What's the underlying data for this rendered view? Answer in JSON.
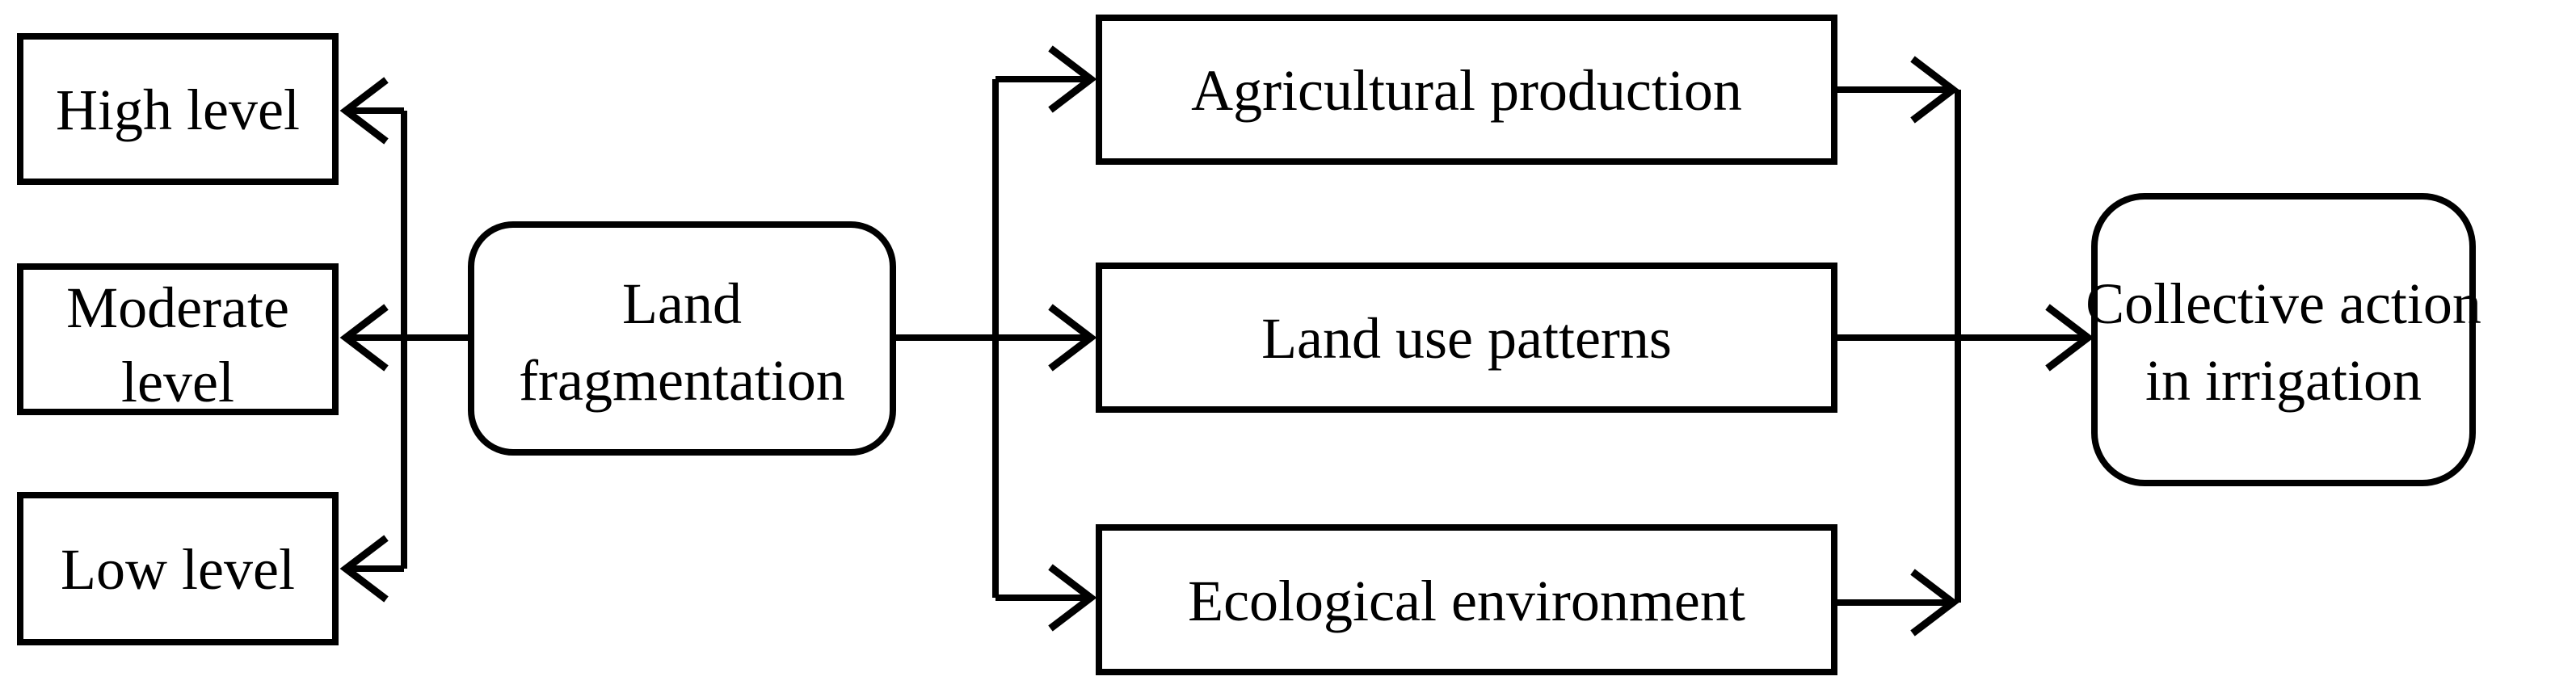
{
  "diagram": {
    "title": "Land fragmentation and collective action in irrigation conceptual framework",
    "background_color": "#ffffff",
    "line_color": "#000000",
    "text_color": "#000000",
    "nodes": {
      "high_level": {
        "label": "High level",
        "shape": "rectangle"
      },
      "moderate_level": {
        "line1": "Moderate",
        "line2": "level",
        "shape": "rectangle"
      },
      "low_level": {
        "label": "Low level",
        "shape": "rectangle"
      },
      "land_fragmentation": {
        "line1": "Land",
        "line2": "fragmentation",
        "shape": "rounded-rectangle"
      },
      "agricultural_production": {
        "label": "Agricultural production",
        "shape": "rectangle"
      },
      "land_use_patterns": {
        "label": "Land use patterns",
        "shape": "rectangle"
      },
      "ecological_environment": {
        "label": "Ecological environment",
        "shape": "rectangle"
      },
      "collective_action": {
        "line1": "Collective action",
        "line2": "in irrigation",
        "shape": "rounded-rectangle"
      }
    },
    "edges": [
      {
        "from": "land_fragmentation",
        "to": "high_level",
        "arrow": "into-high_level"
      },
      {
        "from": "land_fragmentation",
        "to": "moderate_level",
        "arrow": "into-moderate_level"
      },
      {
        "from": "land_fragmentation",
        "to": "low_level",
        "arrow": "into-low_level"
      },
      {
        "from": "land_fragmentation",
        "to": "agricultural_production",
        "arrow": "into-agricultural_production"
      },
      {
        "from": "land_fragmentation",
        "to": "land_use_patterns",
        "arrow": "into-land_use_patterns"
      },
      {
        "from": "land_fragmentation",
        "to": "ecological_environment",
        "arrow": "into-ecological_environment"
      },
      {
        "from": "agricultural_production",
        "to": "collective_action",
        "arrow": "into-merge-line"
      },
      {
        "from": "land_use_patterns",
        "to": "collective_action",
        "arrow": "into-collective_action"
      },
      {
        "from": "ecological_environment",
        "to": "collective_action",
        "arrow": "into-merge-line"
      }
    ]
  }
}
